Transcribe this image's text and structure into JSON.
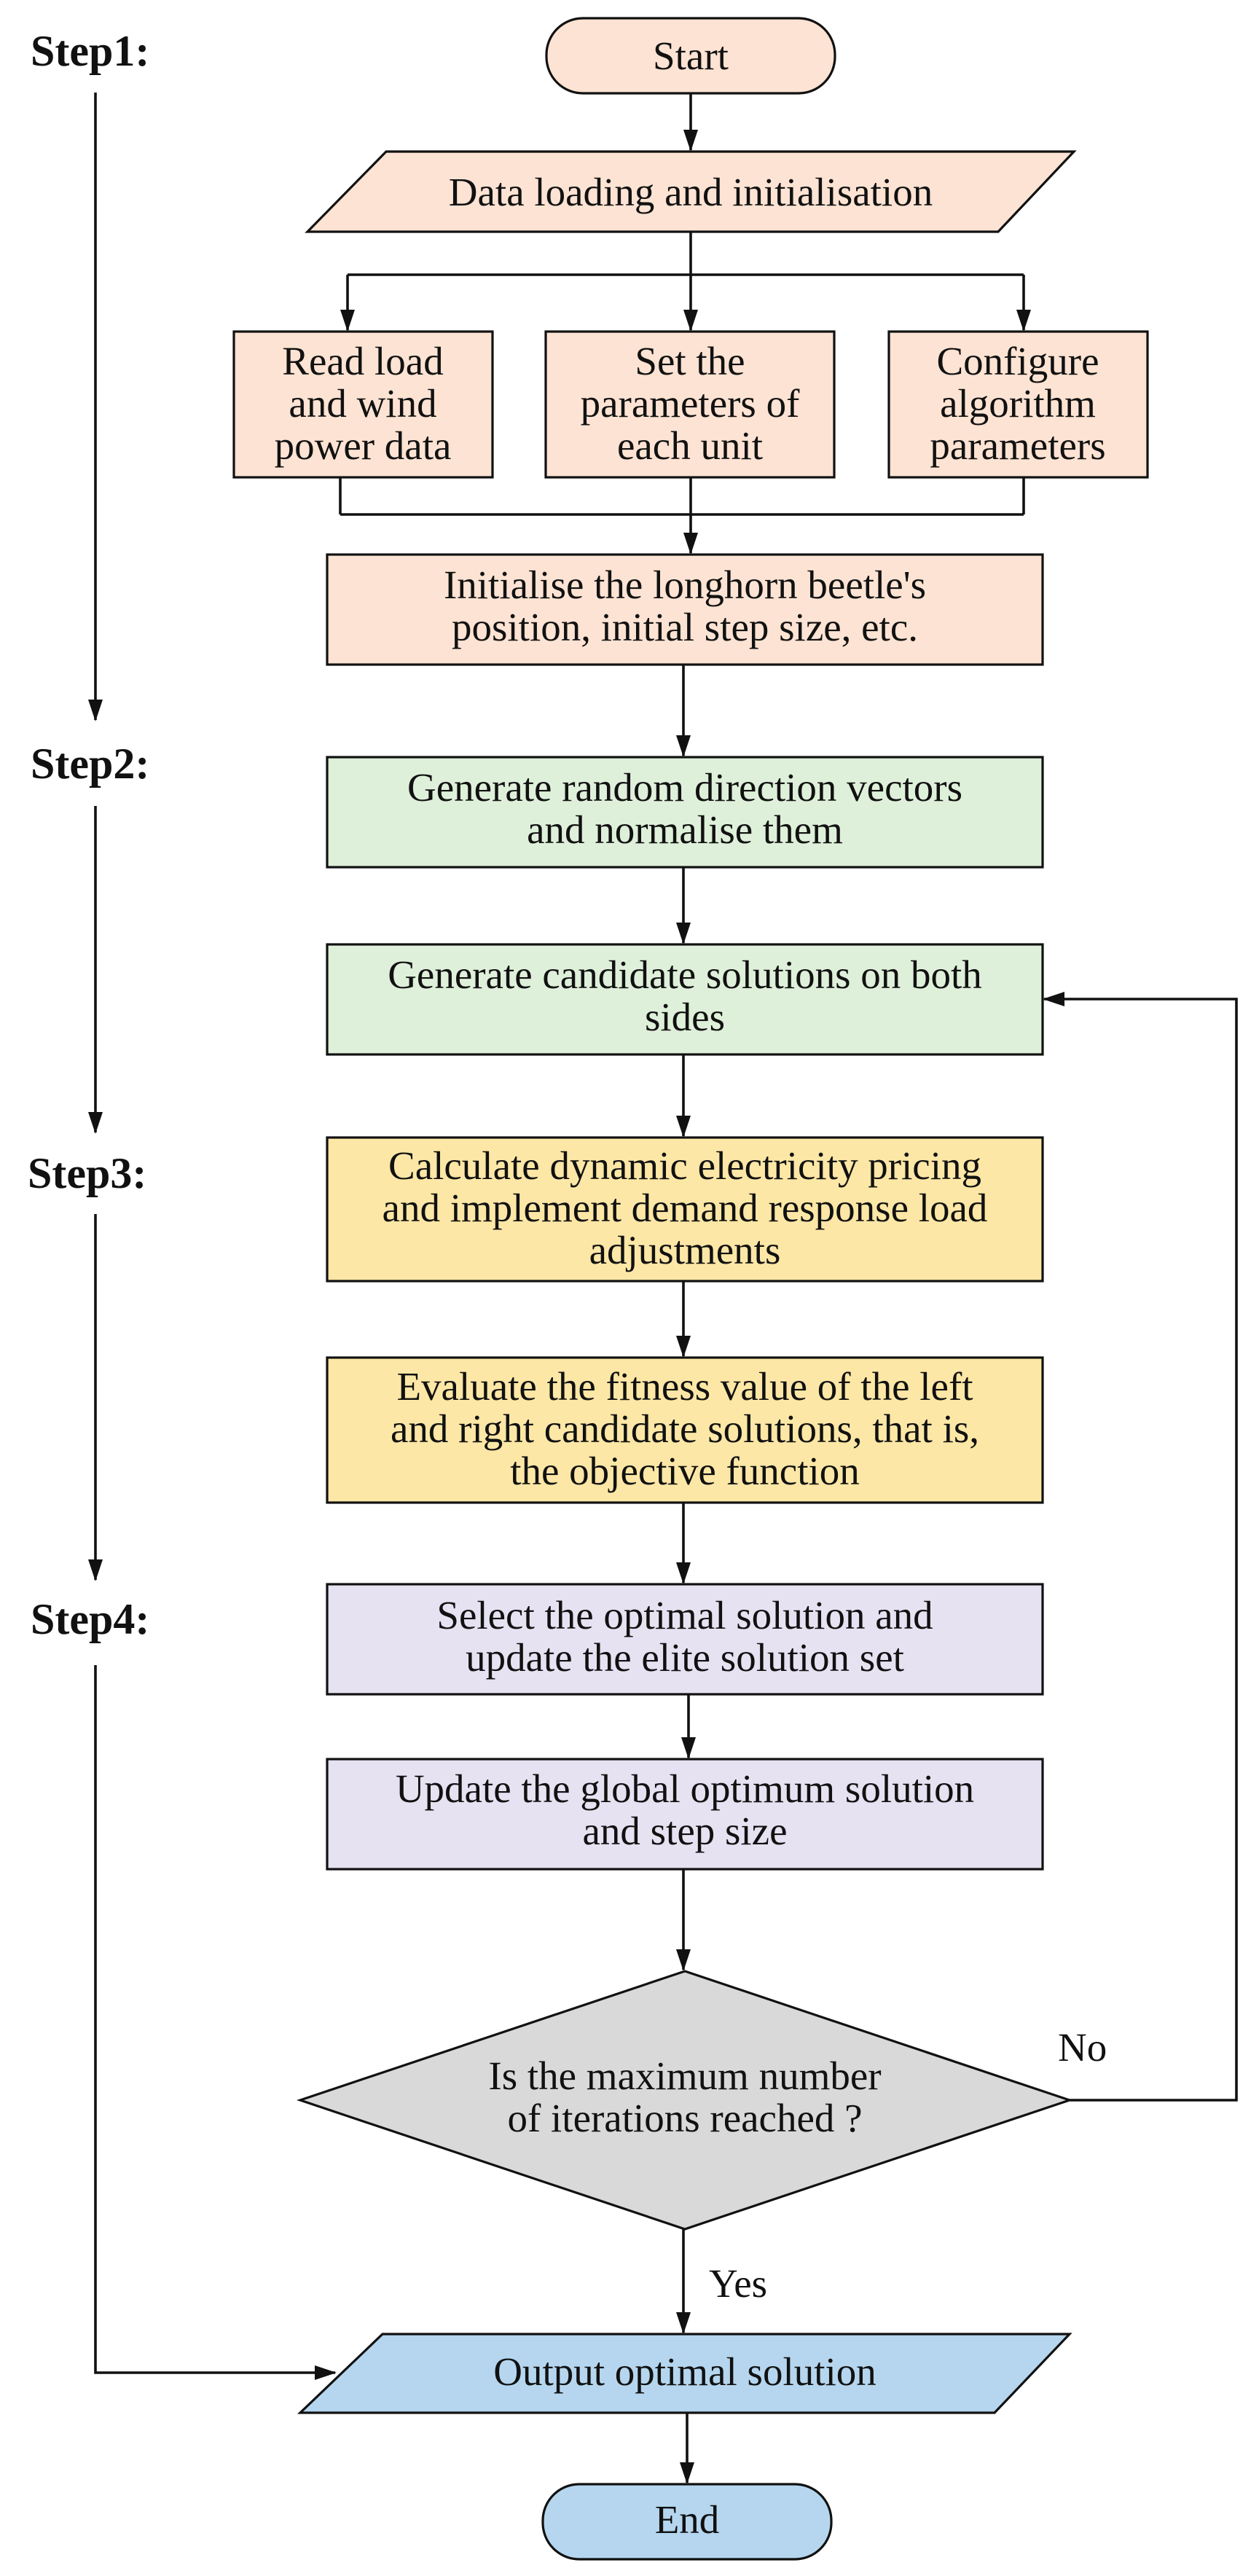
{
  "steps": {
    "step1": "Step1:",
    "step2": "Step2:",
    "step3": "Step3:",
    "step4": "Step4:"
  },
  "nodes": {
    "start": [
      "Start"
    ],
    "data_loading": [
      "Data loading and initialisation"
    ],
    "read_load": [
      "Read load",
      "and wind",
      "power data"
    ],
    "set_params": [
      "Set the",
      "parameters of",
      "each unit"
    ],
    "configure": [
      "Configure",
      "algorithm",
      "parameters"
    ],
    "init_beetle": [
      "Initialise the longhorn beetle's",
      "position, initial step size, etc."
    ],
    "gen_direction": [
      "Generate random direction vectors",
      "and normalise them"
    ],
    "gen_candidates": [
      "Generate candidate solutions on both",
      "sides"
    ],
    "calc_pricing": [
      "Calculate dynamic electricity pricing",
      "and implement demand response load",
      "adjustments"
    ],
    "evaluate_fitness": [
      "Evaluate the fitness value of the left",
      "and right candidate solutions, that is,",
      "the objective function"
    ],
    "select_optimal": [
      "Select the optimal solution and",
      "update the elite solution set"
    ],
    "update_global": [
      "Update the global optimum solution",
      "and step size"
    ],
    "decision": [
      "Is the maximum number",
      "of iterations reached ?"
    ],
    "output": [
      "Output optimal solution"
    ],
    "end": [
      "End"
    ]
  },
  "branch_labels": {
    "no": "No",
    "yes": "Yes"
  },
  "colors": {
    "init_fill": "#fde3d3",
    "step2_fill": "#dff0da",
    "step3_fill": "#fde7a6",
    "step4_fill": "#e6e2f2",
    "decision_fill": "#d9d9d9",
    "output_fill": "#b5d6ee",
    "line": "#111111"
  }
}
